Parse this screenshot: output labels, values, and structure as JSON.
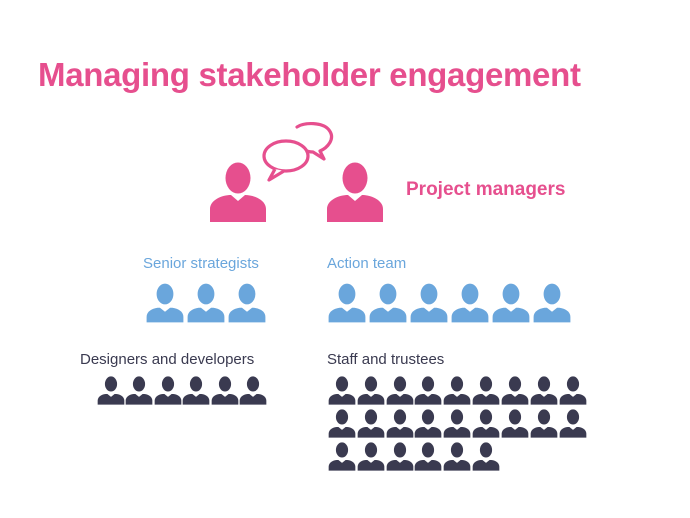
{
  "title": "Managing stakeholder engagement",
  "colors": {
    "pink": "#e64f8e",
    "blue": "#6aa6dc",
    "dark": "#3a3a50",
    "white": "#ffffff"
  },
  "icons": {
    "person": "person-icon",
    "speech": "speech-bubbles-icon"
  },
  "groups": {
    "project_managers": {
      "label": "Project managers",
      "count": 2
    },
    "senior_strategists": {
      "label": "Senior strategists",
      "count": 3
    },
    "action_team": {
      "label": "Action team",
      "count": 6
    },
    "designers_developers": {
      "label": "Designers and developers",
      "count": 6
    },
    "staff_trustees": {
      "label": "Staff and trustees",
      "count": 24,
      "per_row": 9
    }
  }
}
